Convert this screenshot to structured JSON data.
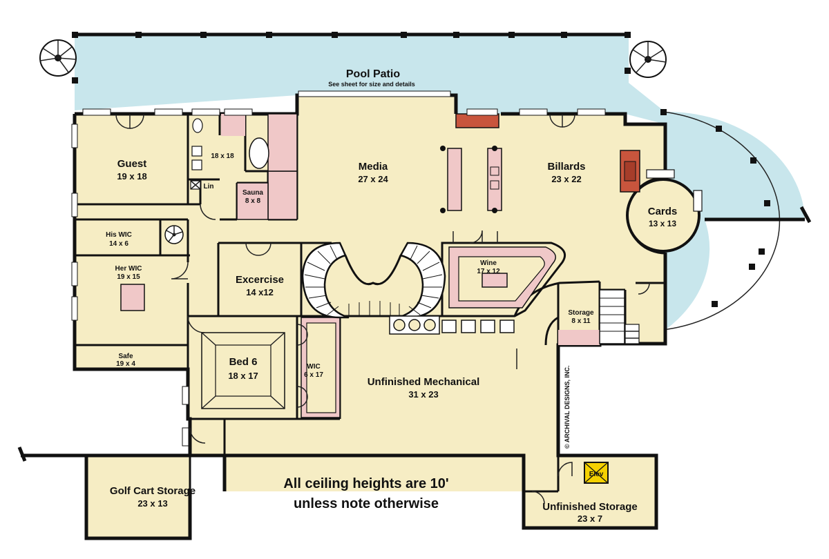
{
  "colors": {
    "room": "#f6edc4",
    "patio": "#c8e6ec",
    "accent_pink": "#f0c8c8",
    "fireplace": "#c8553d",
    "elevator": "#f5d100",
    "wall": "#111111"
  },
  "rooms": {
    "pool_patio": {
      "name": "Pool Patio",
      "note": "See sheet for size and details"
    },
    "guest": {
      "name": "Guest",
      "size": "19 x 18"
    },
    "bath": {
      "size": "18 x 18"
    },
    "lin": {
      "name": "Lin"
    },
    "sauna": {
      "name": "Sauna",
      "size": "8 x 8"
    },
    "media": {
      "name": "Media",
      "size": "27 x 24"
    },
    "billards": {
      "name": "Billards",
      "size": "23 x 22"
    },
    "cards": {
      "name": "Cards",
      "size": "13 x 13"
    },
    "his_wic": {
      "name": "His WIC",
      "size": "14 x 6"
    },
    "her_wic": {
      "name": "Her WIC",
      "size": "19 x 15"
    },
    "excercise": {
      "name": "Excercise",
      "size": "14 x12"
    },
    "wine": {
      "name": "Wine",
      "size": "17 x 12"
    },
    "storage": {
      "name": "Storage",
      "size": "8 x 11"
    },
    "safe": {
      "name": "Safe",
      "size": "19 x 4"
    },
    "bed6": {
      "name": "Bed 6",
      "size": "18 x 17"
    },
    "wic": {
      "name": "WIC",
      "size": "6 x 17"
    },
    "mechanical": {
      "name": "Unfinished Mechanical",
      "size": "31 x 23"
    },
    "golf": {
      "name": "Golf Cart Storage",
      "size": "23 x 13"
    },
    "unf_storage": {
      "name": "Unfinished Storage",
      "size": "23 x 7"
    },
    "elev": {
      "name": "Elev"
    }
  },
  "notes": {
    "ceiling_line1": "All ceiling heights are 10'",
    "ceiling_line2": "unless note otherwise",
    "copyright": "© ARCHIVAL DESIGNS, INC."
  }
}
